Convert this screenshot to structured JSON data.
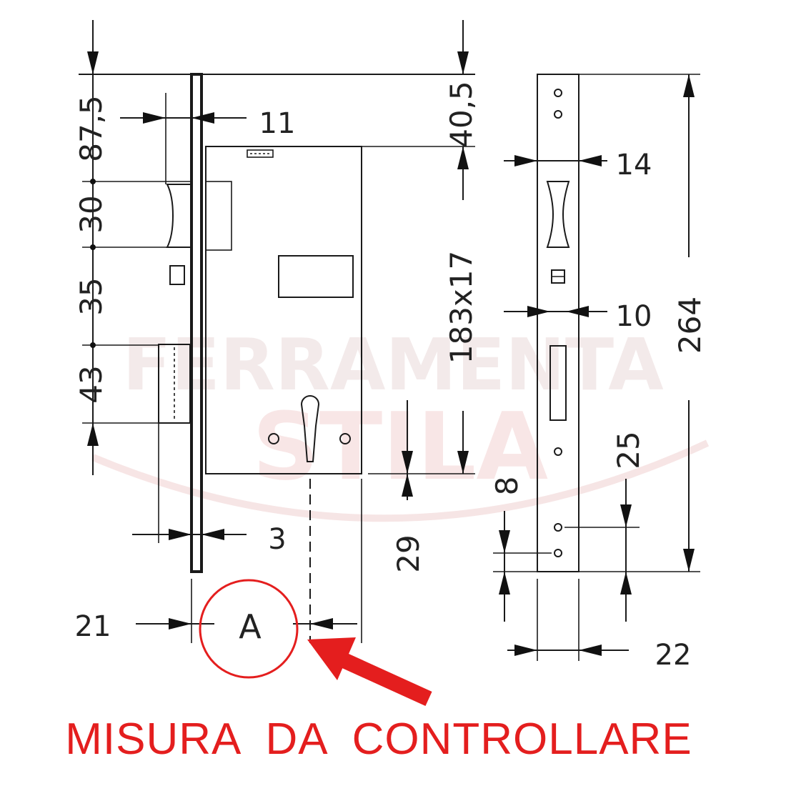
{
  "watermark": {
    "line1": "FERRAMENTA",
    "line2": "STILA",
    "color": "#f2dcdc"
  },
  "dimensions": {
    "top_left_vertical": "87,5",
    "latch_height": "30",
    "gap_35": "35",
    "bolt_43": "43",
    "faceplate_offset_11": "11",
    "backset_3": "3",
    "top_right_vertical": "40,5",
    "body_183x17": "183x17",
    "cylinder_29": "29",
    "faceplate_14": "14",
    "faceplate_10": "10",
    "faceplate_264": "264",
    "faceplate_25": "25",
    "faceplate_8": "8",
    "faceplate_22": "22",
    "bottom_21": "21",
    "measure_A": "A"
  },
  "callout": {
    "text": "MISURA  DA  CONTROLLARE",
    "color": "#e41e1e"
  }
}
